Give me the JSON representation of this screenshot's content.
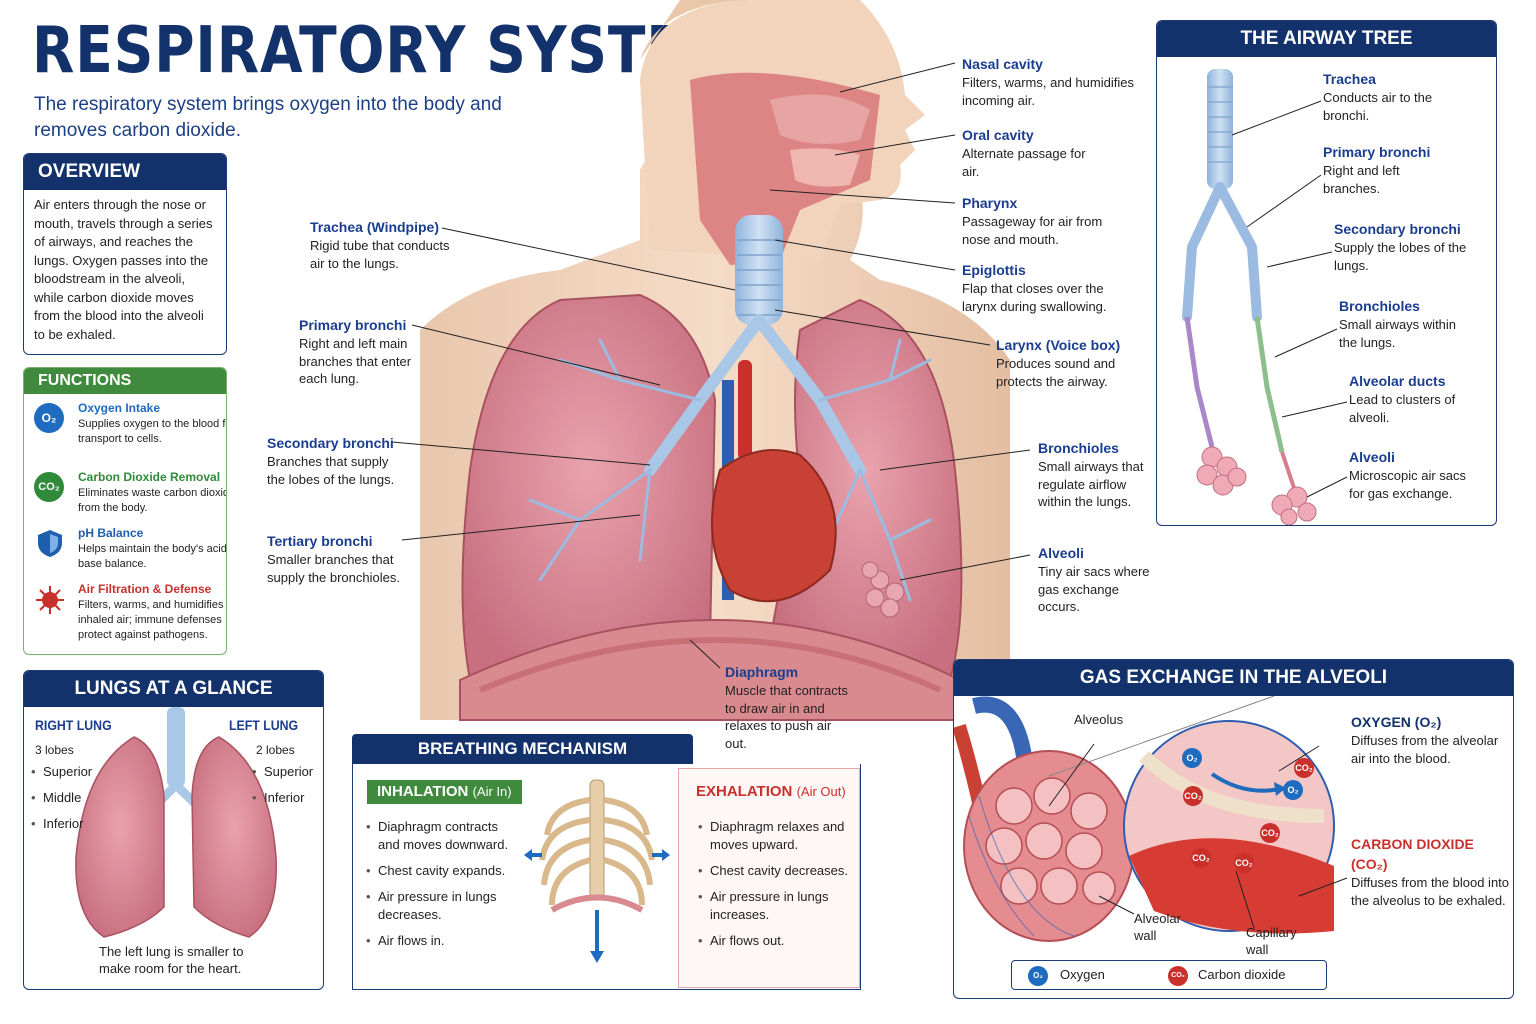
{
  "header": {
    "title": "RESPIRATORY SYSTEM",
    "subtitle": "The respiratory system brings oxygen into the body and removes carbon dioxide."
  },
  "overview": {
    "title": "OVERVIEW",
    "text": "Air enters through the nose or mouth, travels through a series of airways, and reaches the lungs. Oxygen passes into the bloodstream in the alveoli, while carbon dioxide moves from the blood into the alveoli to be exhaled."
  },
  "functions": {
    "title": "FUNCTIONS",
    "items": [
      {
        "icon": "O₂",
        "title": "Oxygen Intake",
        "text": "Supplies oxygen to the blood for transport to cells.",
        "color": "#1f6bbf"
      },
      {
        "icon": "CO₂",
        "title": "Carbon Dioxide Removal",
        "text": "Eliminates waste carbon dioxide from the body.",
        "color": "#2f8a3a"
      },
      {
        "icon": "shield",
        "title": "pH Balance",
        "text": "Helps maintain the body's acid–base balance.",
        "color": "#1f5fae"
      },
      {
        "icon": "germ",
        "title": "Air Filtration & Defense",
        "text": "Filters, warms, and humidifies inhaled air; immune defenses protect against pathogens.",
        "color": "#c9302c"
      }
    ]
  },
  "lungs_glance": {
    "title": "LUNGS AT A GLANCE",
    "right": {
      "title": "RIGHT LUNG",
      "lobes": "3 lobes",
      "items": [
        "Superior",
        "Middle",
        "Inferior"
      ]
    },
    "left": {
      "title": "LEFT LUNG",
      "lobes": "2 lobes",
      "items": [
        "Superior",
        "Inferior"
      ]
    },
    "note": "The left lung is smaller to make room for the heart."
  },
  "breathing": {
    "title": "BREATHING MECHANISM",
    "inhalation": {
      "label": "INHALATION",
      "sub": "(Air In)",
      "items": [
        "Diaphragm contracts and moves downward.",
        "Chest cavity expands.",
        "Air pressure in lungs decreases.",
        "Air flows in."
      ]
    },
    "exhalation": {
      "label": "EXHALATION",
      "sub": "(Air Out)",
      "items": [
        "Diaphragm relaxes and moves upward.",
        "Chest cavity decreases.",
        "Air pressure in lungs increases.",
        "Air flows out."
      ]
    }
  },
  "anatomy_labels": {
    "nasal": {
      "title": "Nasal cavity",
      "text": "Filters, warms, and humidifies incoming air."
    },
    "oral": {
      "title": "Oral cavity",
      "text": "Alternate passage for air."
    },
    "pharynx": {
      "title": "Pharynx",
      "text": "Passageway for air from nose and mouth."
    },
    "epiglottis": {
      "title": "Epiglottis",
      "text": "Flap that closes over the larynx during swallowing."
    },
    "larynx": {
      "title": "Larynx (Voice box)",
      "text": "Produces sound and protects the airway."
    },
    "bronchioles": {
      "title": "Bronchioles",
      "text": "Small airways that regulate airflow within the lungs."
    },
    "alveoli": {
      "title": "Alveoli",
      "text": "Tiny air sacs where gas exchange occurs."
    },
    "diaphragm": {
      "title": "Diaphragm",
      "text": "Muscle that contracts to draw air in and relaxes to push air out."
    },
    "trachea": {
      "title": "Trachea (Windpipe)",
      "text": "Rigid tube that conducts air to the lungs."
    },
    "primary": {
      "title": "Primary bronchi",
      "text": "Right and left main branches that enter each lung."
    },
    "secondary": {
      "title": "Secondary bronchi",
      "text": "Branches that supply the lobes of the lungs."
    },
    "tertiary": {
      "title": "Tertiary bronchi",
      "text": "Smaller branches that supply the bronchioles."
    }
  },
  "airway_tree": {
    "title": "THE AIRWAY TREE",
    "items": [
      {
        "title": "Trachea",
        "text": "Conducts air to the bronchi."
      },
      {
        "title": "Primary bronchi",
        "text": "Right and left branches."
      },
      {
        "title": "Secondary bronchi",
        "text": "Supply the lobes of the lungs."
      },
      {
        "title": "Bronchioles",
        "text": "Small airways within the lungs."
      },
      {
        "title": "Alveolar ducts",
        "text": "Lead to clusters of alveoli."
      },
      {
        "title": "Alveoli",
        "text": "Microscopic air sacs for gas exchange."
      }
    ]
  },
  "gas_exchange": {
    "title": "GAS EXCHANGE IN THE ALVEOLI",
    "alveolus_label": "Alveolus",
    "alveolar_wall_label": "Alveolar wall",
    "capillary_wall_label": "Capillary wall",
    "oxygen": {
      "title": "OXYGEN (O₂)",
      "text": "Diffuses from the alveolar air into the blood."
    },
    "co2": {
      "title": "CARBON DIOXIDE (CO₂)",
      "text": "Diffuses from the blood into the alveolus to be exhaled."
    },
    "legend": {
      "o2_symbol": "O₂",
      "o2": "Oxygen",
      "co2_symbol": "CO₂",
      "co2": "Carbon dioxide"
    }
  }
}
